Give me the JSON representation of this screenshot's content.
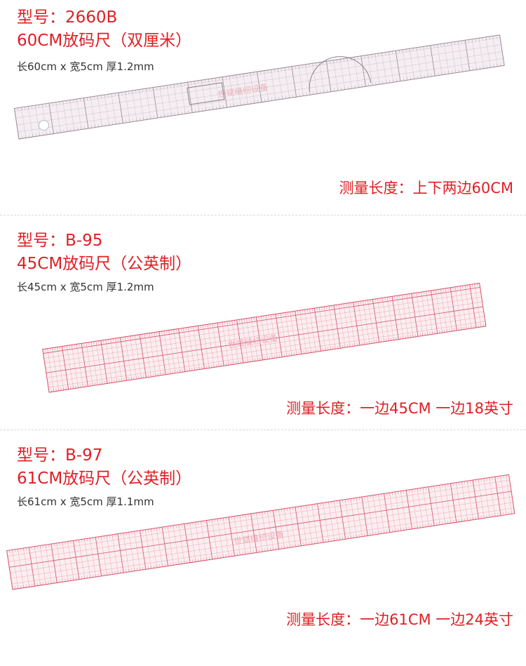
{
  "colors": {
    "red_text": "#e01e24",
    "gray_text": "#333333",
    "ruler_grid": "#d9506a",
    "ruler_fill": "#fbeef1",
    "clear_ruler_line": "#9b8a94"
  },
  "products": [
    {
      "model": "型号：2660B",
      "name": "60CM放码尺（双厘米）",
      "dims": "长60cm x 宽5cm 厚1.2mm",
      "measure": "测量长度：上下两边60CM",
      "watermark": "世斌缝纫设备"
    },
    {
      "model": "型号：B-95",
      "name": "45CM放码尺（公英制）",
      "dims": "长45cm x 宽5cm 厚1.2mm",
      "measure": "测量长度：一边45CM 一边18英寸",
      "watermark": "世斌缝纫设备"
    },
    {
      "model": "型号：B-97",
      "name": "61CM放码尺（公英制）",
      "dims": "长61cm x 宽5cm 厚1.1mm",
      "measure": "测量长度：一边61CM 一边24英寸",
      "watermark": "世斌缝纫设备"
    }
  ]
}
